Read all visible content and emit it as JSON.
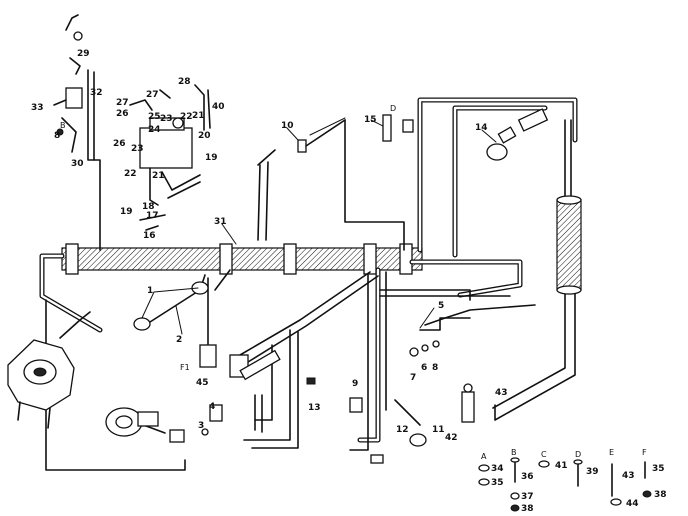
{
  "callouts": {
    "c1": "1",
    "c2": "2",
    "c3": "3",
    "c4": "4",
    "c5": "5",
    "c6": "6",
    "c7": "7",
    "c8": "8",
    "c9": "9",
    "c10": "10",
    "c11": "11",
    "c12": "12",
    "c13": "13",
    "c14": "14",
    "c15": "15",
    "c16": "16",
    "c17": "17",
    "c18": "18",
    "c19": "19",
    "c20": "20",
    "c21": "21",
    "c22": "22",
    "c23": "23",
    "c24": "24",
    "c25": "25",
    "c26": "26",
    "c27": "27",
    "c28": "28",
    "c29": "29",
    "c30": "30",
    "c31": "31",
    "c32": "32",
    "c33": "33",
    "c34": "34",
    "c35": "35",
    "c36": "36",
    "c37": "37",
    "c38": "38",
    "c39": "39",
    "c40": "40",
    "c41": "41",
    "c42": "42",
    "c43": "43",
    "c44": "44",
    "c45": "45"
  },
  "hardware_letters": [
    "A",
    "B",
    "C",
    "D",
    "E",
    "F"
  ],
  "connector_letters": {
    "b": "B",
    "d": "D",
    "f1": "F1"
  }
}
